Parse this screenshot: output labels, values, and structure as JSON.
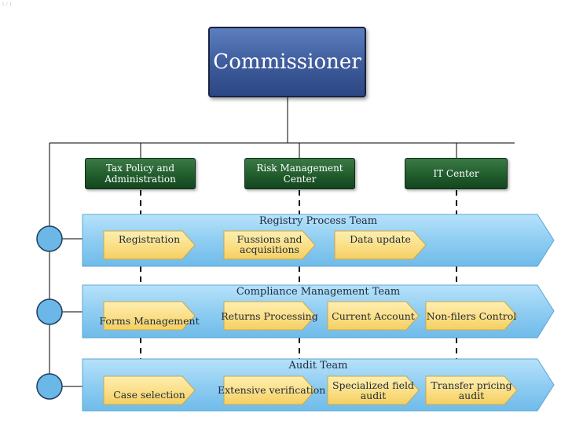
{
  "corner_text": "1 / 1",
  "commissioner": "Commissioner",
  "departments": [
    {
      "line1": "Tax Policy and",
      "line2": "Administration"
    },
    {
      "line1": "Risk Management",
      "line2": "Center"
    },
    {
      "line1": "IT Center",
      "line2": ""
    }
  ],
  "teams": [
    {
      "title": "Registry Process Team",
      "processes": [
        {
          "line1": "Registration",
          "line2": ""
        },
        {
          "line1": "Fussions and",
          "line2": "acquisitions"
        },
        {
          "line1": "Data update",
          "line2": ""
        }
      ]
    },
    {
      "title": "Compliance Management Team",
      "processes": [
        {
          "line1": "Forms Management",
          "line2": ""
        },
        {
          "line1": "Returns Processing",
          "line2": ""
        },
        {
          "line1": "Current Account",
          "line2": ""
        },
        {
          "line1": "Non-filers Control",
          "line2": ""
        }
      ]
    },
    {
      "title": "Audit Team",
      "processes": [
        {
          "line1": "Case selection",
          "line2": ""
        },
        {
          "line1": "Extensive verification",
          "line2": ""
        },
        {
          "line1": "Specialized field",
          "line2": "audit"
        },
        {
          "line1": "Transfer pricing",
          "line2": "audit"
        }
      ]
    }
  ],
  "colors": {
    "commissioner": "#3d5a9a",
    "department": "#1f5a2b",
    "band": "#8fcdf2",
    "chevron": "#fbe08a",
    "circle": "#6ab7e8"
  }
}
